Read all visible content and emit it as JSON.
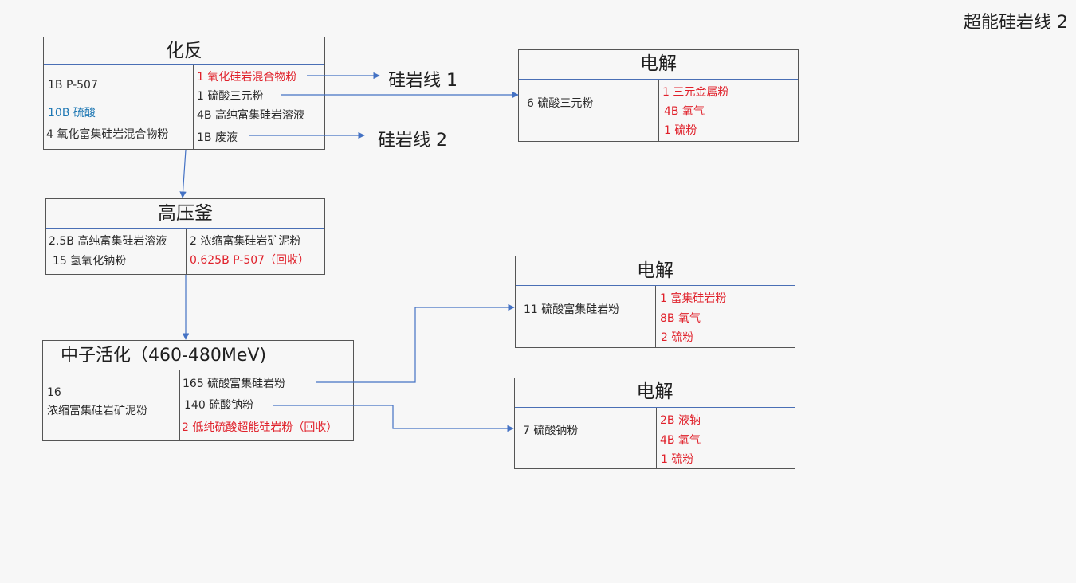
{
  "page_title": "超能硅岩线 2",
  "colors": {
    "arrow": "#4472c4",
    "output_text": "#e0212b",
    "input_highlight": "#1f78b4",
    "box_border": "#555555"
  },
  "external_labels": {
    "line1": "硅岩线 1",
    "line2": "硅岩线 2"
  },
  "chemical_reactor": {
    "title": "化反",
    "inputs": [
      "1B P-507",
      "10B 硫酸",
      "4 氧化富集硅岩混合物粉"
    ],
    "outputs": [
      "1 氧化硅岩混合物粉",
      "1 硫酸三元粉",
      "4B 高纯富集硅岩溶液",
      "1B 废液"
    ]
  },
  "autoclave": {
    "title": "高压釜",
    "inputs": [
      "2.5B 高纯富集硅岩溶液",
      "15 氢氧化钠粉"
    ],
    "outputs": [
      "2 浓缩富集硅岩矿泥粉",
      "0.625B P-507（回收）"
    ]
  },
  "neutron_activator": {
    "title": "中子活化（460-480MeV)",
    "inputs": [
      "16",
      "浓缩富集硅岩矿泥粉"
    ],
    "outputs": [
      "165 硫酸富集硅岩粉",
      "140 硫酸钠粉",
      "2 低纯硫酸超能硅岩粉（回收）"
    ]
  },
  "electrolyzer_1": {
    "title": "电解",
    "inputs": [
      "6 硫酸三元粉"
    ],
    "outputs": [
      "1 三元金属粉",
      "4B 氧气",
      "1 硫粉"
    ]
  },
  "electrolyzer_2": {
    "title": "电解",
    "inputs": [
      "11 硫酸富集硅岩粉"
    ],
    "outputs": [
      "1 富集硅岩粉",
      "8B 氧气",
      "2 硫粉"
    ]
  },
  "electrolyzer_3": {
    "title": "电解",
    "inputs": [
      "7 硫酸钠粉"
    ],
    "outputs": [
      "2B 液钠",
      "4B 氧气",
      "1 硫粉"
    ]
  }
}
